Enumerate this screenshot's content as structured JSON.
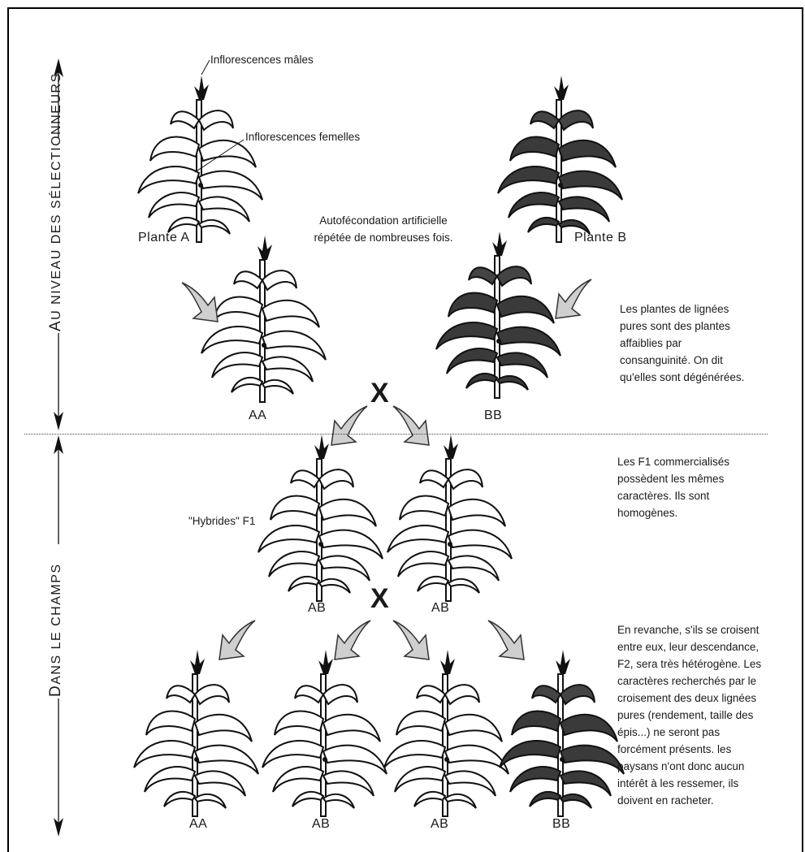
{
  "side_labels": {
    "top": {
      "first_letter": "A",
      "rest": "U NIVEAU DES SÉLECTIONNEURS"
    },
    "bottom": {
      "first_letter": "D",
      "rest": "ANS LE CHAMPS"
    }
  },
  "annotations": {
    "male": "Inflorescences mâles",
    "female": "Inflorescences femelles",
    "auto_line1": "Autofécondation artificielle",
    "auto_line2": "répétée de nombreuses fois.",
    "hybrides": "\"Hybrides\" F1"
  },
  "plants": {
    "a": "Plante A",
    "b": "Plante B",
    "aa1": "AA",
    "bb1": "BB",
    "f1a": "AB",
    "f1b": "AB",
    "f2_1": "AA",
    "f2_2": "AB",
    "f2_3": "AB",
    "f2_4": "BB"
  },
  "cross_symbol": "X",
  "notes": {
    "note1": [
      "Les plantes de lignées",
      "pures sont des plantes",
      "affaiblies par",
      "consanguinité. On dit",
      "qu'elles sont dégénérées."
    ],
    "note2": [
      "Les F1 commercialisés",
      "possèdent les mêmes",
      "caractères. Ils sont",
      "homogènes."
    ],
    "note3": [
      "En revanche, s'ils se croisent",
      "entre eux, leur descendance,",
      "F2, sera très hétérogène. Les",
      "caractères recherchés par le",
      "croisement des deux lignées",
      "pures (rendement, taille des",
      "épis...) ne seront pas",
      "forcément présents. les",
      "paysans n'ont donc aucun",
      "intérêt à les ressemer, ils",
      "doivent en racheter."
    ]
  },
  "colors": {
    "arrow_fill": "#cfcfcf",
    "ink": "#111111",
    "leaf_dark": "#3a3a3a"
  }
}
